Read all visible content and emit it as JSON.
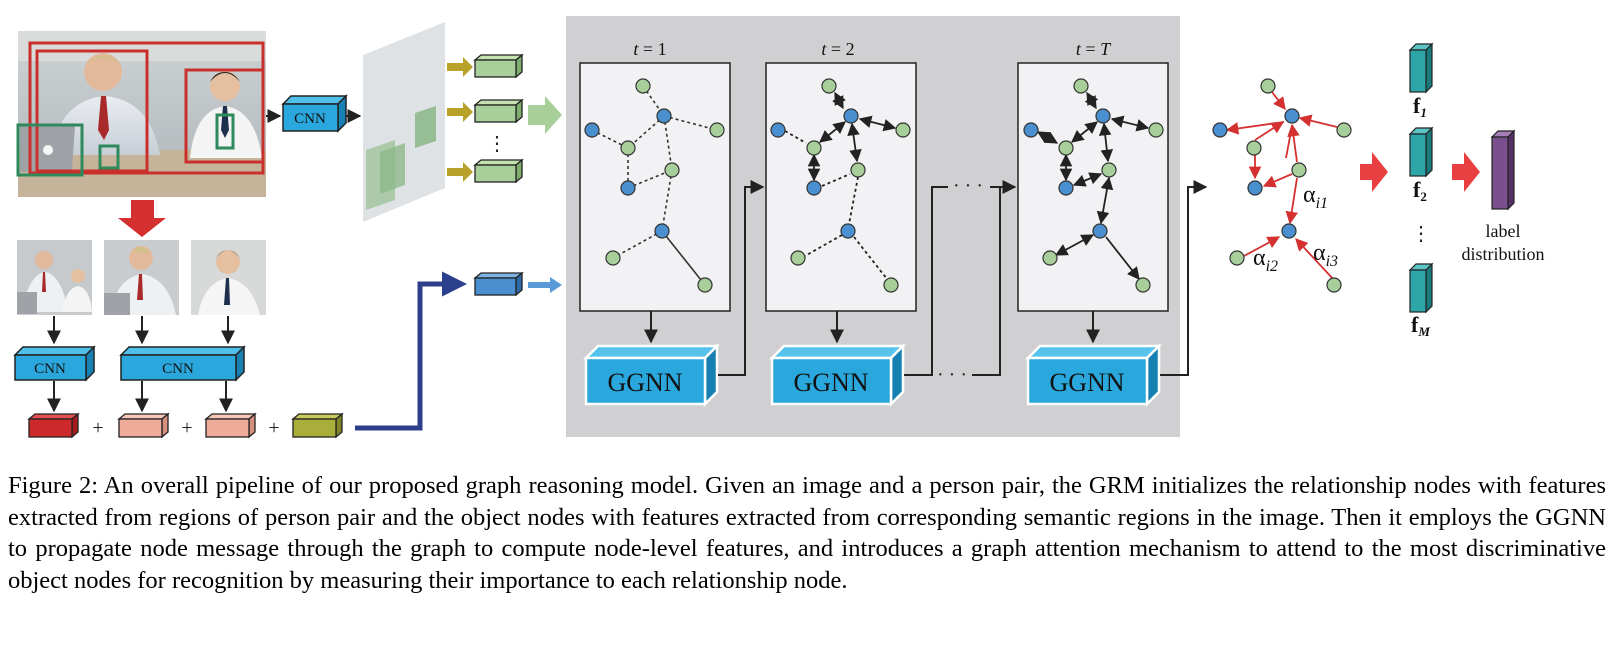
{
  "figure": {
    "cnn_label": "CNN",
    "ggnn_label": "GGNN",
    "time_steps": [
      {
        "t": "t",
        "eq": " = ",
        "v": "1"
      },
      {
        "t": "t",
        "eq": " = ",
        "v": "2"
      },
      {
        "t": "t",
        "eq": " = ",
        "v": "T"
      }
    ],
    "ellipsis_h": "· · ·",
    "ellipsis_v": "⋮",
    "plus": "+",
    "alpha": "α",
    "alpha_subs": [
      "i1",
      "i2",
      "i3"
    ],
    "features": [
      {
        "f": "f",
        "sub": "1"
      },
      {
        "f": "f",
        "sub": "2"
      },
      {
        "f": "f",
        "sub": "M"
      }
    ],
    "output_label_line1": "label",
    "output_label_line2": "distribution",
    "colors": {
      "cnn_blue": "#2aa7dd",
      "node_green": "#a8cf9a",
      "node_blue": "#4a8fd0",
      "panel_gray": "#d0d0d2",
      "attention_red": "#e03a3a",
      "feature_teal": "#2ea6a8",
      "label_purple": "#7a4f8e",
      "path_navy": "#2c3f8c",
      "roi_red": "#c9302c",
      "roi_green": "#2e8a5c"
    }
  },
  "caption": {
    "text": "Figure 2: An overall pipeline of our proposed graph reasoning model. Given an image and a person pair, the GRM initializes the relationship nodes with features extracted from regions of person pair and the object nodes with features extracted from corresponding semantic regions in the image. Then it employs the GGNN to propagate node message through the graph to compute node-level features, and introduces a graph attention mechanism to attend to the most discriminative object nodes for recognition by measuring their importance to each relationship node."
  }
}
